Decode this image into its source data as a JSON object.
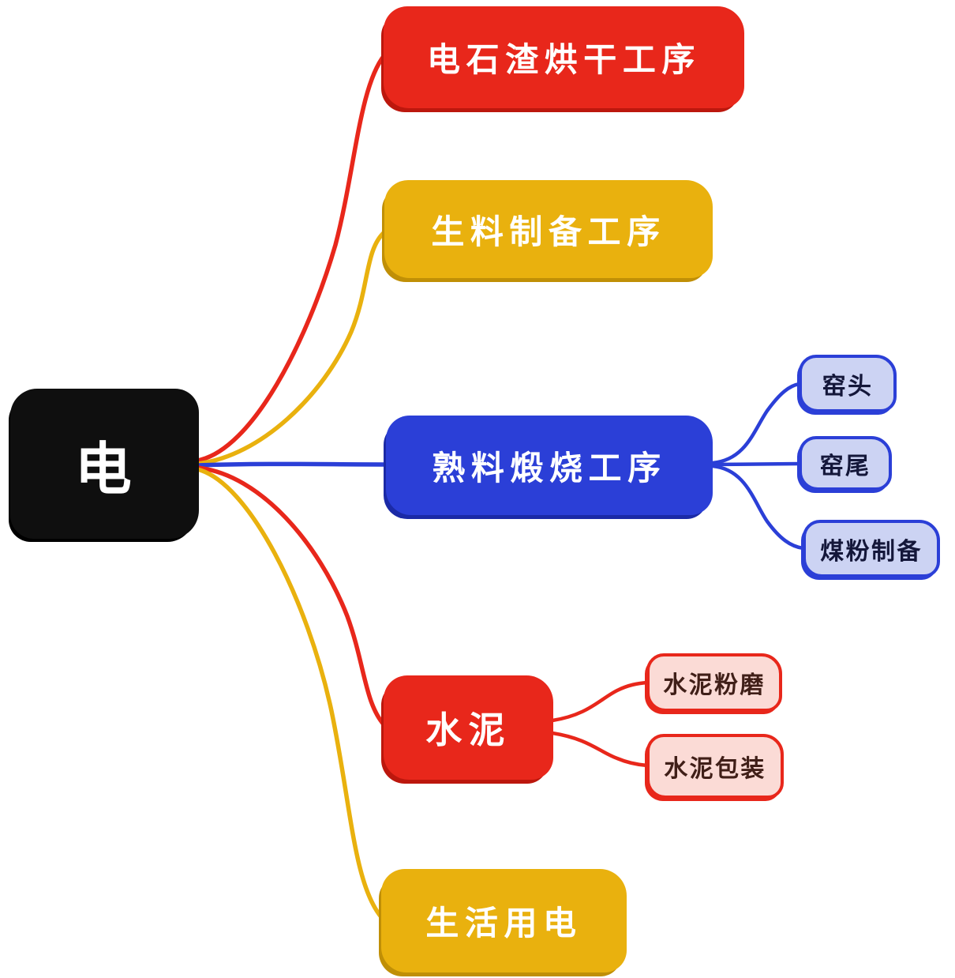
{
  "colors": {
    "red": "#e8271b",
    "yellow": "#e9b10e",
    "blue": "#2b3fd7",
    "black": "#0f0f0f",
    "lavender_fill": "#ccd3f3",
    "pink_fill": "#fbdbd6"
  },
  "mindmap": {
    "root": {
      "label": "电"
    },
    "branches": [
      {
        "label": "电石渣烘干工序"
      },
      {
        "label": "生料制备工序"
      },
      {
        "label": "熟料煅烧工序",
        "children": [
          {
            "label": "窑头"
          },
          {
            "label": "窑尾"
          },
          {
            "label": "煤粉制备"
          }
        ]
      },
      {
        "label": "水泥",
        "children": [
          {
            "label": "水泥粉磨"
          },
          {
            "label": "水泥包装"
          }
        ]
      },
      {
        "label": "生活用电"
      }
    ]
  }
}
